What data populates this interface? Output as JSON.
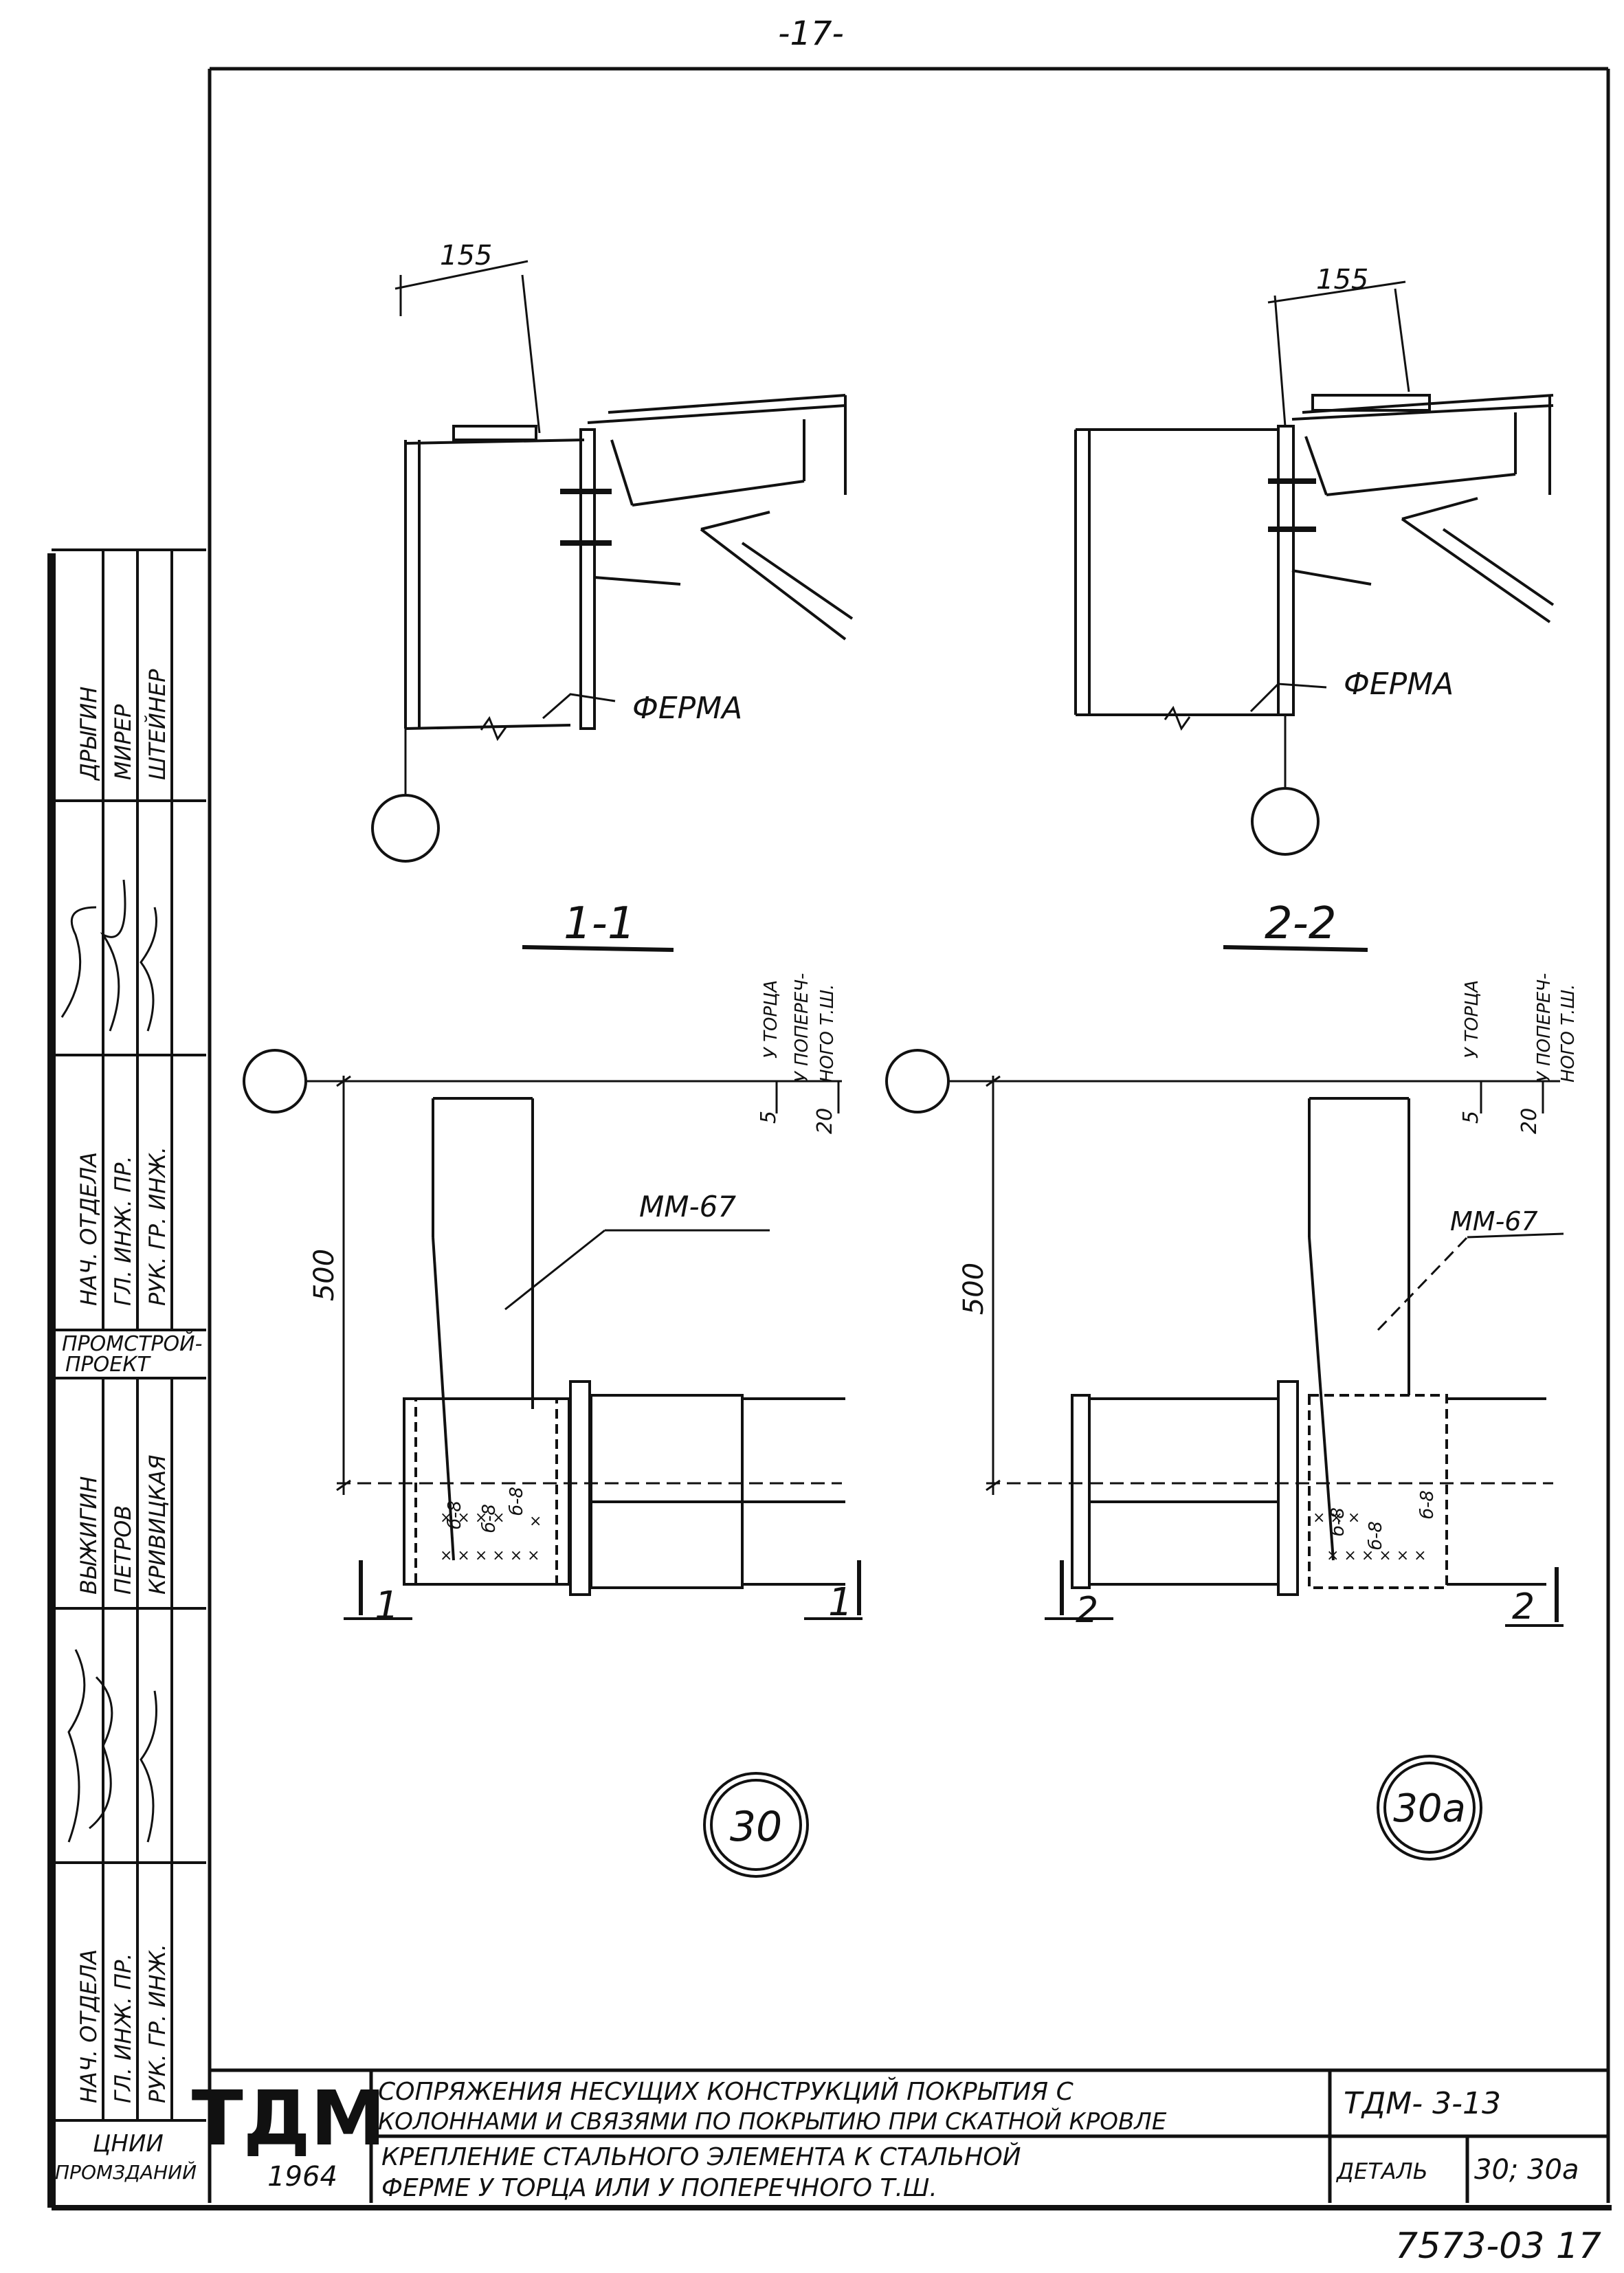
{
  "page_number": "-17-",
  "sections": {
    "left": {
      "title": "1-1",
      "dimension": "155",
      "label_ferma": "ФЕРМА",
      "label_end": "У ТОРЦА",
      "label_cross_1": "У ПОПЕРЕЧ-",
      "label_cross_2": "НОГО Т.Ш."
    },
    "right": {
      "title": "2-2",
      "dimension": "155",
      "label_ferma": "ФЕРМА",
      "label_end": "У ТОРЦА",
      "label_cross_1": "У ПОПЕРЕЧ-",
      "label_cross_2": "НОГО Т.Ш."
    }
  },
  "plans": {
    "left": {
      "height_dim": "500",
      "dim_5": "5",
      "dim_20": "20",
      "element": "ММ-67",
      "weld_1": "б-8",
      "weld_2": "б-8",
      "weld_3": "б-8",
      "cut_left": "1",
      "cut_right": "1",
      "detail": "30"
    },
    "right": {
      "height_dim": "500",
      "dim_5": "5",
      "dim_20": "20",
      "element": "ММ-67",
      "weld_1": "б-8",
      "weld_2": "б-8",
      "weld_3": "б-8",
      "cut_left": "2",
      "cut_right": "2",
      "detail": "30а"
    }
  },
  "side_stamp": {
    "upper": {
      "roles": [
        "НАЧ. ОТДЕЛА",
        "ГЛ. ИНЖ. ПР.",
        "РУК. ГР. ИНЖ."
      ],
      "names": [
        "ДРЫГИН",
        "МИРЕР",
        "ШТЕЙНЕР"
      ],
      "org": "ПРОМСТРОЙ-\nПРОЕКТ"
    },
    "lower": {
      "roles": [
        "НАЧ. ОТДЕЛА",
        "ГЛ. ИНЖ. ПР.",
        "РУК. ГР. ИНЖ."
      ],
      "names": [
        "ВЫЖИГИН",
        "ПЕТРОВ",
        "КРИВИЦКАЯ"
      ],
      "org_1": "ЦНИИ",
      "org_2": "ПРОМЗДАНИЙ"
    }
  },
  "title_block": {
    "logo": "ТДМ",
    "year": "1964",
    "title_line1": "СОПРЯЖЕНИЯ НЕСУЩИХ КОНСТРУКЦИЙ ПОКРЫТИЯ С",
    "title_line2": "КОЛОННАМИ И СВЯЗЯМИ ПО ПОКРЫТИЮ ПРИ СКАТНОЙ КРОВЛЕ",
    "series": "ТДМ- 3-13",
    "subtitle_line1": "КРЕПЛЕНИЕ СТАЛЬНОГО ЭЛЕМЕНТА К СТАЛЬНОЙ",
    "subtitle_line2": "ФЕРМЕ У ТОРЦА ИЛИ У ПОПЕРЕЧНОГО Т.Ш.",
    "detail_label": "ДЕТАЛЬ",
    "detail_no": "30; 30а"
  },
  "sheet_code": "7573-03 17"
}
